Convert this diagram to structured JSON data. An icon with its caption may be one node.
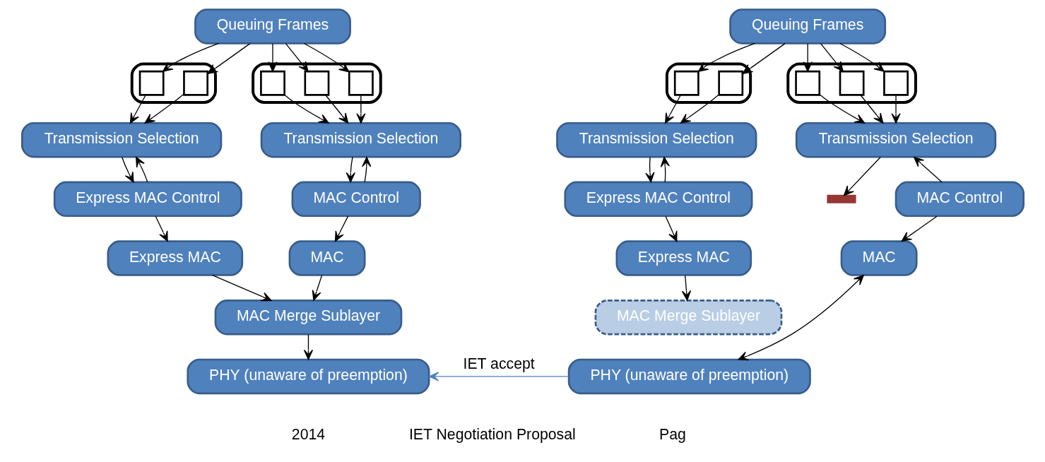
{
  "diagram": {
    "nodes": [
      {
        "text": [
          "Queuing Frames"
        ]
      },
      {
        "text": [],
        "shape": "box"
      },
      {
        "text": [],
        "shape": "box"
      },
      {
        "text": [],
        "shape": "box",
        "in": 1
      },
      {
        "text": [],
        "shape": "box",
        "in": 1
      },
      {
        "text": [],
        "shape": "box",
        "in": 2
      },
      {
        "text": [],
        "shape": "box",
        "in": 2
      },
      {
        "text": [],
        "shape": "box",
        "in": 2
      },
      {
        "text": [
          "Transmission Selection"
        ]
      },
      {
        "text": [
          "Transmission Selection"
        ]
      },
      {
        "text": [
          "Express MAC Control"
        ]
      },
      {
        "text": [
          "MAC Control"
        ]
      },
      {
        "text": [
          "Express MAC"
        ]
      },
      {
        "text": [
          "MAC"
        ]
      },
      {
        "text": [
          "MAC Merge Sublayer"
        ]
      },
      {
        "text": [
          "PHY (unaware of preemption)"
        ]
      },
      {
        "text": [
          "Queuing Frames"
        ]
      },
      {
        "text": [],
        "shape": "box"
      },
      {
        "text": [],
        "shape": "box"
      },
      {
        "text": [],
        "shape": "box",
        "in": 17
      },
      {
        "text": [],
        "shape": "box",
        "in": 17
      },
      {
        "text": [],
        "shape": "box",
        "in": 18
      },
      {
        "text": [],
        "shape": "box",
        "in": 18
      },
      {
        "text": [],
        "shape": "box",
        "in": 18
      },
      {
        "text": [
          "Transmission Selection"
        ]
      },
      {
        "text": [
          "Transmission Selection"
        ]
      },
      {
        "text": [
          "Express MAC Control"
        ]
      },
      {
        "text": [
          "MAC Control"
        ]
      },
      {
        "text": [],
        "shape": "bar"
      },
      {
        "text": [
          "Express MAC"
        ]
      },
      {
        "text": [
          "MAC"
        ]
      },
      {
        "text": [
          "MAC Merge Sublayer"
        ]
      },
      {
        "text": [
          "PHY (unaware of preemption)"
        ]
      }
    ],
    "edges": [
      {
        "from": 0,
        "to": 3,
        "arrow": "to"
      },
      {
        "from": 0,
        "to": 4,
        "arrow": "to"
      },
      {
        "from": 0,
        "to": 5,
        "arrow": "to"
      },
      {
        "from": 0,
        "to": 6,
        "arrow": "to"
      },
      {
        "from": 0,
        "to": 7,
        "arrow": "to"
      },
      {
        "from": 3,
        "to": 8,
        "arrow": "to"
      },
      {
        "from": 4,
        "to": 8,
        "arrow": "to"
      },
      {
        "from": 5,
        "to": 9,
        "arrow": "to"
      },
      {
        "from": 6,
        "to": 9,
        "arrow": "to"
      },
      {
        "from": 7,
        "to": 9,
        "arrow": "to"
      },
      {
        "from": 10,
        "to": 8,
        "arrow": "to"
      },
      {
        "from": 8,
        "to": 10,
        "arrow": "to"
      },
      {
        "from": 11,
        "to": 9,
        "arrow": "to"
      },
      {
        "from": 9,
        "to": 11,
        "arrow": "to"
      },
      {
        "from": 10,
        "to": 12,
        "arrow": "to"
      },
      {
        "from": 11,
        "to": 13,
        "arrow": "to"
      },
      {
        "from": 12,
        "to": 14,
        "arrow": "to"
      },
      {
        "from": 13,
        "to": 14,
        "arrow": "to"
      },
      {
        "from": 14,
        "to": 15,
        "arrow": "to"
      },
      {
        "from": 16,
        "to": 19,
        "arrow": "to"
      },
      {
        "from": 16,
        "to": 20,
        "arrow": "to"
      },
      {
        "from": 16,
        "to": 21,
        "arrow": "to"
      },
      {
        "from": 16,
        "to": 22,
        "arrow": "to"
      },
      {
        "from": 16,
        "to": 23,
        "arrow": "to"
      },
      {
        "from": 19,
        "to": 24,
        "arrow": "to"
      },
      {
        "from": 20,
        "to": 24,
        "arrow": "to"
      },
      {
        "from": 21,
        "to": 25,
        "arrow": "to"
      },
      {
        "from": 22,
        "to": 25,
        "arrow": "to"
      },
      {
        "from": 23,
        "to": 25,
        "arrow": "to"
      },
      {
        "from": 26,
        "to": 24,
        "arrow": "to"
      },
      {
        "from": 24,
        "to": 26,
        "arrow": "to"
      },
      {
        "from": 27,
        "to": 25,
        "arrow": "to"
      },
      {
        "from": 25,
        "to": 28,
        "arrow": "to"
      },
      {
        "from": 26,
        "to": 29,
        "arrow": "to"
      },
      {
        "from": 27,
        "to": 30,
        "arrow": "to"
      },
      {
        "from": 29,
        "to": 31,
        "arrow": "to"
      },
      {
        "from": 30,
        "to": 32,
        "arrow": "both"
      },
      {
        "from": 32,
        "to": 15,
        "arrow": "to",
        "label": "IET accept",
        "color": "#4f81bd"
      }
    ],
    "labels": [
      "2014",
      "IET Negotiation Proposal",
      "Pag"
    ]
  }
}
